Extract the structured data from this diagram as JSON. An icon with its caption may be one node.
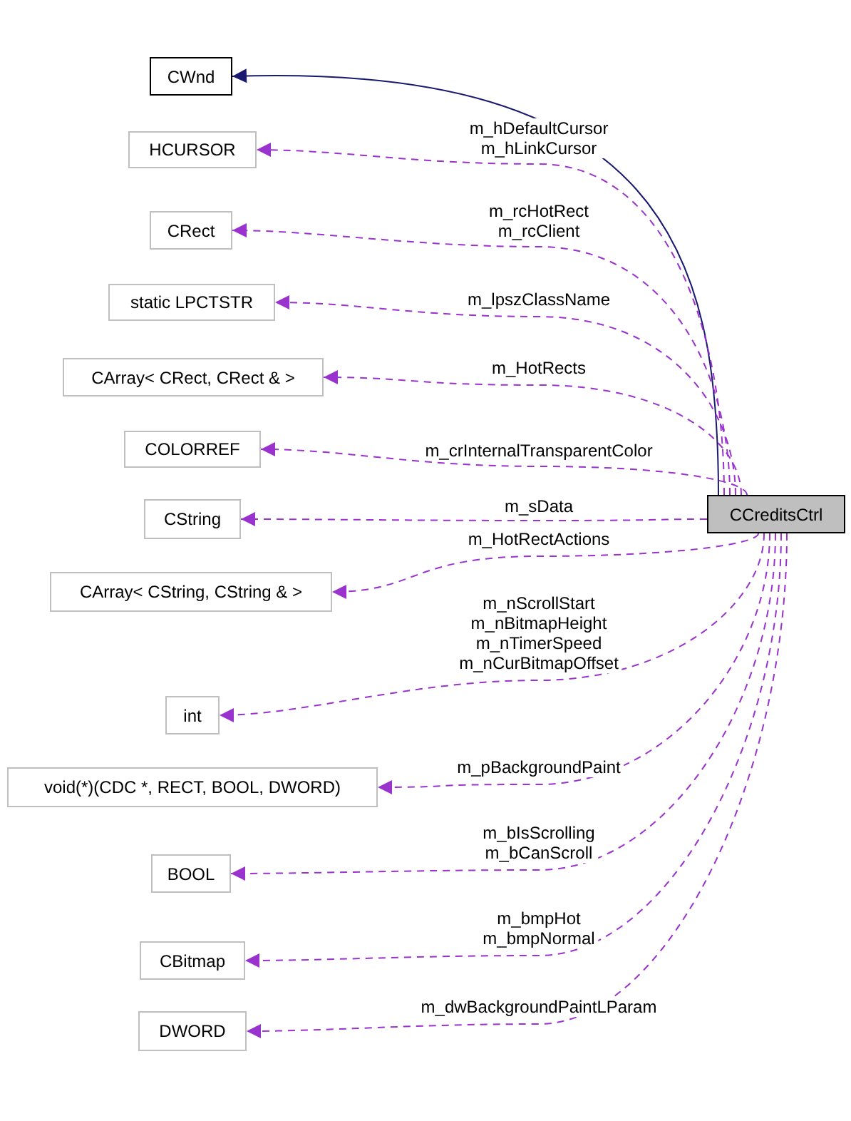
{
  "diagram": {
    "nodes": [
      {
        "text": [
          "CWnd"
        ]
      },
      {
        "text": [
          "HCURSOR"
        ]
      },
      {
        "text": [
          "CRect"
        ]
      },
      {
        "text": [
          "static LPCTSTR"
        ]
      },
      {
        "text": [
          "CArray< CRect, CRect & >"
        ]
      },
      {
        "text": [
          "COLORREF"
        ]
      },
      {
        "text": [
          "CString"
        ]
      },
      {
        "text": [
          "CCreditsCtrl"
        ]
      },
      {
        "text": [
          "CArray< CString, CString & >"
        ]
      },
      {
        "text": [
          "int"
        ]
      },
      {
        "text": [
          "void(*)(CDC *, RECT, BOOL, DWORD)"
        ]
      },
      {
        "text": [
          "BOOL"
        ]
      },
      {
        "text": [
          "CBitmap"
        ]
      },
      {
        "text": [
          "DWORD"
        ]
      }
    ],
    "edges": [
      {
        "from": 7,
        "to": 0,
        "arrow": "to",
        "color": "#191970"
      },
      {
        "from": 7,
        "to": 1,
        "arrow": "to",
        "style": "dashed",
        "label": "m_hDefaultCursor m_hLinkCursor"
      },
      {
        "from": 7,
        "to": 2,
        "arrow": "to",
        "style": "dashed",
        "label": "m_rcHotRect m_rcClient"
      },
      {
        "from": 7,
        "to": 3,
        "arrow": "to",
        "style": "dashed",
        "label": "m_lpszClassName"
      },
      {
        "from": 7,
        "to": 4,
        "arrow": "to",
        "style": "dashed",
        "label": "m_HotRects"
      },
      {
        "from": 7,
        "to": 5,
        "arrow": "to",
        "style": "dashed",
        "label": "m_crInternalTransparentColor"
      },
      {
        "from": 7,
        "to": 6,
        "arrow": "to",
        "style": "dashed",
        "label": "m_sData"
      },
      {
        "from": 7,
        "to": 8,
        "arrow": "to",
        "style": "dashed",
        "label": "m_HotRectActions"
      },
      {
        "from": 7,
        "to": 9,
        "arrow": "to",
        "style": "dashed",
        "label": "m_nScrollStart m_nBitmapHeight m_nTimerSpeed m_nCurBitmapOffset"
      },
      {
        "from": 7,
        "to": 10,
        "arrow": "to",
        "style": "dashed",
        "label": "m_pBackgroundPaint"
      },
      {
        "from": 7,
        "to": 11,
        "arrow": "to",
        "style": "dashed",
        "label": "m_bIsScrolling m_bCanScroll"
      },
      {
        "from": 7,
        "to": 12,
        "arrow": "to",
        "style": "dashed",
        "label": "m_bmpHot m_bmpNormal"
      },
      {
        "from": 7,
        "to": 13,
        "arrow": "to",
        "style": "dashed",
        "label": "m_dwBackgroundPaintLParam"
      }
    ]
  }
}
